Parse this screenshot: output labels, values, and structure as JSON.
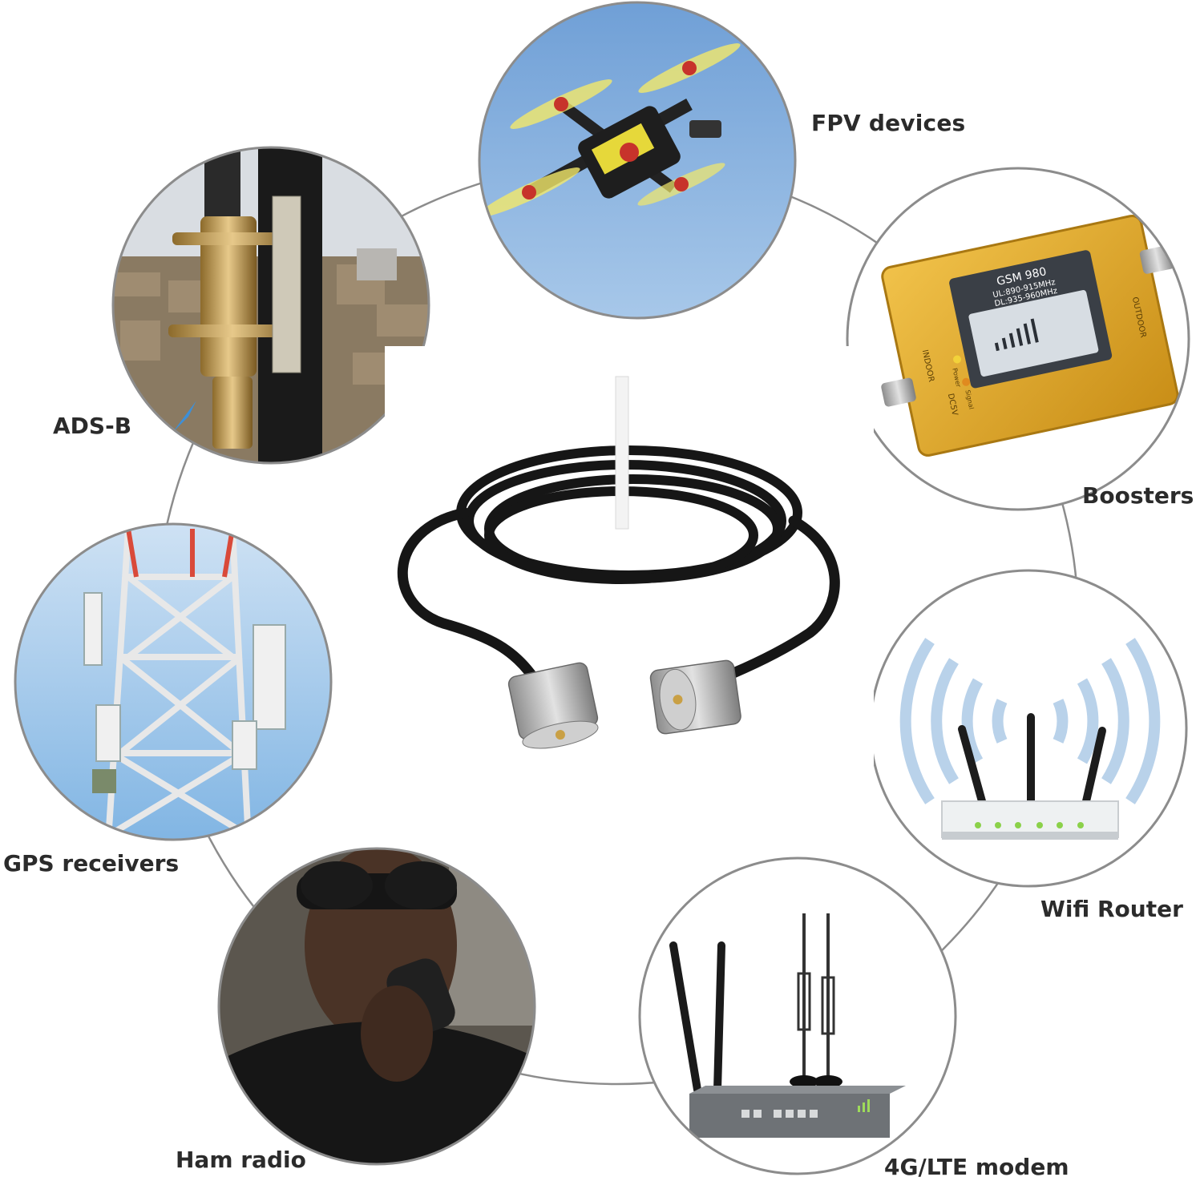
{
  "labels": {
    "fpv": "FPV devices",
    "boosters": "Boosters",
    "adsb": "ADS-B",
    "gps": "GPS receivers",
    "wifi": "Wifi Router",
    "ham": "Ham radio",
    "lte": "4G/LTE modem"
  },
  "booster_device": {
    "model": "GSM 980",
    "ul": "UL:890-915MHz",
    "dl": "DL:935-960MHz",
    "outdoor": "OUTDOOR",
    "indoor": "INDOOR",
    "dc": "DC5V",
    "power": "Power",
    "signal": "Signal"
  },
  "colors": {
    "ring_line": "#8c8c8c",
    "label_text": "#2b2b2b",
    "cable": "#161616",
    "connector": "#b9b9b9",
    "sky": "#8fb6e0",
    "gold": "#d9a12a",
    "wifi_wave": "#b9d2ea"
  },
  "icons": [
    "drone-icon",
    "booster-icon",
    "antenna-mount-icon",
    "cell-tower-icon",
    "wifi-router-icon",
    "radio-user-icon",
    "lte-modem-icon",
    "coax-cable-icon"
  ]
}
